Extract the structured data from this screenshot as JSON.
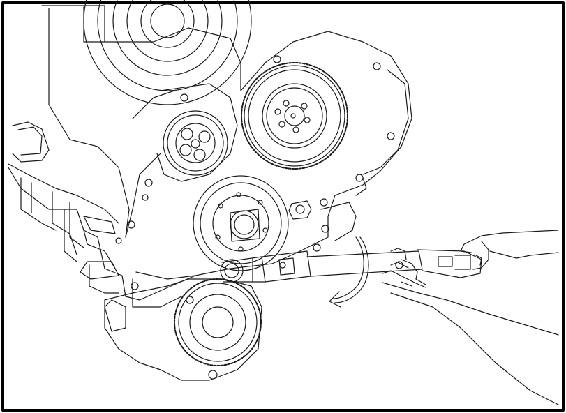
{
  "illustration": {
    "style": "black line drawing on white, thick black border",
    "colors": {
      "line": "#1a1a1a",
      "background": "#ffffff",
      "border": "#000000"
    },
    "parts": [
      "engine-front-cover",
      "upper-pulley",
      "camshaft-gear",
      "idler-gear-hub",
      "crankshaft-gear",
      "lower-gear",
      "torque-wrench",
      "rotation-arrow",
      "technician-hands"
    ]
  }
}
